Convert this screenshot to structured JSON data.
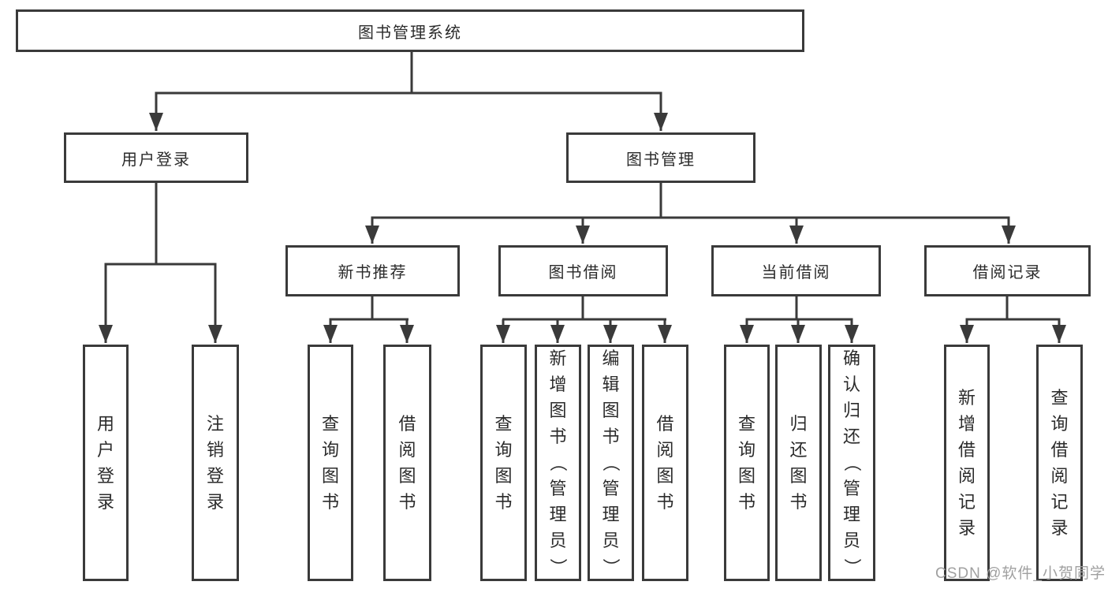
{
  "page": {
    "background": "#ffffff",
    "line_color": "#3a3a3a",
    "box_border_color": "#3a3a3a",
    "text_color": "#2b2b2b",
    "watermark_color": "#a0a0a0",
    "watermark": "CSDN @软件_小贺同学"
  },
  "tree": {
    "label": "图书管理系统",
    "children": [
      {
        "label": "用户登录",
        "children": [
          {
            "label": "用户登录"
          },
          {
            "label": "注销登录"
          }
        ]
      },
      {
        "label": "图书管理",
        "children": [
          {
            "label": "新书推荐",
            "children": [
              {
                "label": "查询图书"
              },
              {
                "label": "借阅图书"
              }
            ]
          },
          {
            "label": "图书借阅",
            "children": [
              {
                "label": "查询图书"
              },
              {
                "label": "新增图书（管理员）"
              },
              {
                "label": "编辑图书（管理员）"
              },
              {
                "label": "借阅图书"
              }
            ]
          },
          {
            "label": "当前借阅",
            "children": [
              {
                "label": "查询图书"
              },
              {
                "label": "归还图书"
              },
              {
                "label": "确认归还（管理员）"
              }
            ]
          },
          {
            "label": "借阅记录",
            "children": [
              {
                "label": "新增借阅记录"
              },
              {
                "label": "查询借阅记录"
              }
            ]
          }
        ]
      }
    ]
  }
}
